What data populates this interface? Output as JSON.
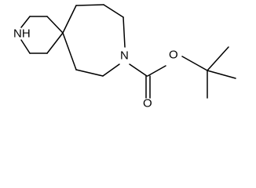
{
  "molecule": {
    "atom_labels": {
      "nh": "NH",
      "n_ring": "N",
      "o_ester": "O",
      "o_carbonyl": "O"
    }
  }
}
